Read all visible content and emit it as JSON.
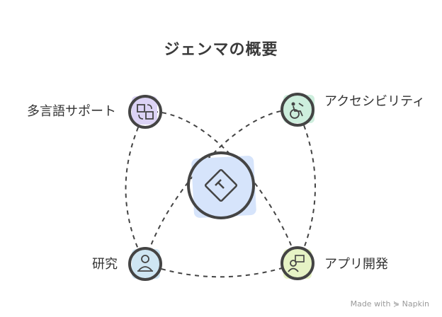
{
  "title": "ジェンマの概要",
  "center": {
    "icon": "jira-diamond-icon",
    "fill": "#d6e4fb"
  },
  "nodes": {
    "multilingual": {
      "label": "多言語サポート",
      "icon": "translate-icon",
      "fill": "#dcd3f5"
    },
    "accessibility": {
      "label": "アクセシビリティ",
      "icon": "wheelchair-icon",
      "fill": "#cdeedd"
    },
    "research": {
      "label": "研究",
      "icon": "researcher-icon",
      "fill": "#cfe6f3"
    },
    "appdev": {
      "label": "アプリ開発",
      "icon": "developer-icon",
      "fill": "#e6f3c5"
    }
  },
  "footer": {
    "made_with": "Made with",
    "brand": "Napkin"
  }
}
